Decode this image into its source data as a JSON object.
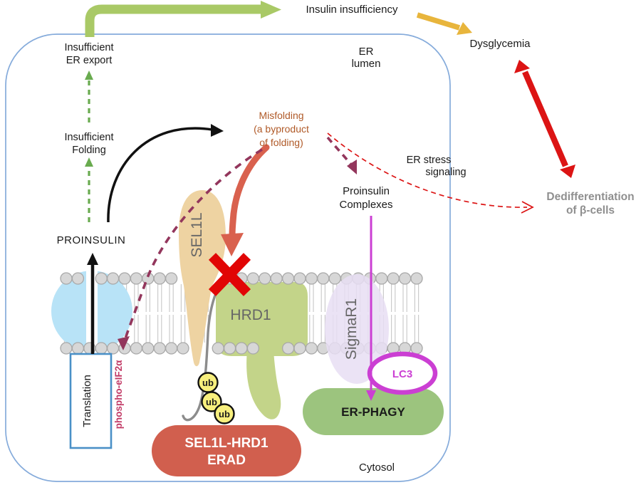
{
  "diagram": {
    "outside": {
      "insulin_insufficiency": "Insulin insufficiency",
      "dysglycemia": "Dysglycemia",
      "dedifferentiation": [
        "Dedifferentiation",
        "of β-cells"
      ]
    },
    "compartments": {
      "er_lumen": [
        "ER",
        "lumen"
      ],
      "cytosol": "Cytosol"
    },
    "pathway_labels": {
      "insufficient_er_export": [
        "Insufficient",
        "ER export"
      ],
      "insufficient_folding": [
        "Insufficient",
        "Folding"
      ],
      "proinsulin": "PROINSULIN",
      "misfolding": [
        "Misfolding",
        "(a byproduct",
        "of folding)"
      ],
      "er_stress_signaling": [
        "ER stress",
        "signaling"
      ],
      "proinsulin_complexes": [
        "Proinsulin",
        "Complexes"
      ],
      "translation": "Translation",
      "phospho_eif2a": "phospho-eIF2α"
    },
    "proteins": {
      "sel1l": "SEL1L",
      "hrd1": "HRD1",
      "sigmar1": "SigmaR1",
      "lc3": "LC3"
    },
    "processes": {
      "er_phagy": "ER-PHAGY",
      "erad": [
        "SEL1L-HRD1",
        "ERAD"
      ]
    },
    "ubiquitin_label": "ub",
    "colors": {
      "cell_border": "#85abdb",
      "green_arrow": "#a9c966",
      "yellow_arrow": "#e8b53c",
      "red_arrow": "#dc1414",
      "red_x": "#e10505",
      "salmon_arrow": "#d9614e",
      "green_dashed": "#69ab4f",
      "maroon_dashed": "#93365c",
      "misfolding_text": "#b05a28",
      "dediff_text": "#8f8f8f",
      "phospho_text": "#c23a66",
      "sel1l_fill": "#eed3a2",
      "hrd1_fill": "#c3d489",
      "sigmar1_fill": "#e7def3",
      "ribosome_fill": "#b8e3f7",
      "magenta": "#cb3fd3",
      "er_phagy_fill": "#9cc47e",
      "erad_fill": "#d15f4e",
      "ub_fill": "#f7ef7d",
      "membrane_head": "#d7d7d7",
      "translation_border": "#4a90c7"
    }
  }
}
